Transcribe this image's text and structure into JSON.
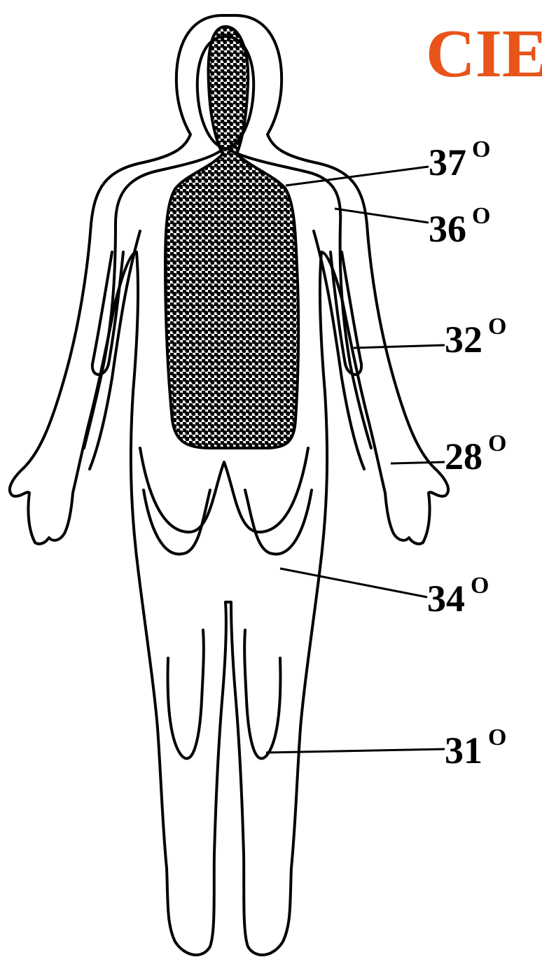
{
  "title": "CIE",
  "colors": {
    "title": "#e8541a",
    "ink": "#000000",
    "background": "#ffffff"
  },
  "labels": [
    {
      "id": "core",
      "value": "37",
      "unit": "O"
    },
    {
      "id": "shoulder",
      "value": "36",
      "unit": "O"
    },
    {
      "id": "upper-arm",
      "value": "32",
      "unit": "O"
    },
    {
      "id": "hand",
      "value": "28",
      "unit": "O"
    },
    {
      "id": "thigh",
      "value": "34",
      "unit": "O"
    },
    {
      "id": "lower-leg",
      "value": "31",
      "unit": "O"
    }
  ]
}
